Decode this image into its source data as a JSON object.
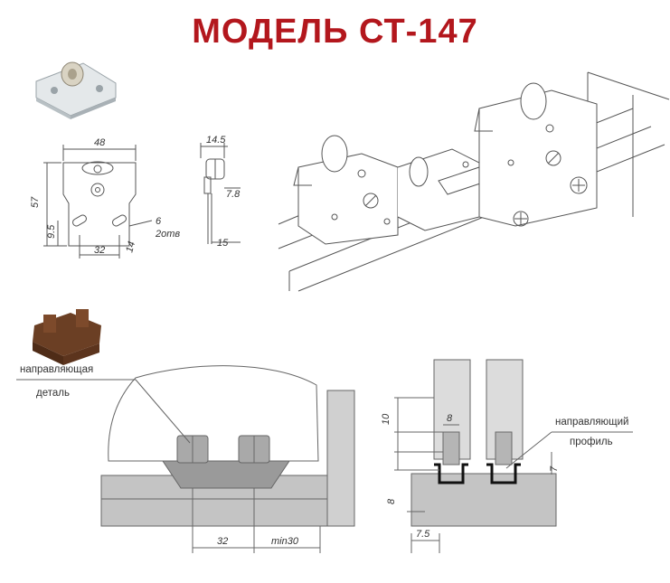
{
  "title": "МОДЕЛЬ СТ-147",
  "dimensions": {
    "width_48": "48",
    "height_57": "57",
    "hole_offset_95": "9.5",
    "hole_spacing_32": "32",
    "slot_14": "14",
    "holes_6": "6",
    "holes_count": "2отв",
    "side_14_5": "14.5",
    "side_7_8": "7.8",
    "side_15": "15"
  },
  "bottom_left": {
    "label_line1": "направляющая",
    "label_line2": "деталь",
    "dim_32": "32",
    "dim_min30": "min30"
  },
  "bottom_right": {
    "label_line1": "направляющий",
    "label_line2": "профиль",
    "dim_10": "10",
    "dim_8_top": "8",
    "dim_7": "7",
    "dim_8_side": "8",
    "dim_7_5": "7.5"
  },
  "colors": {
    "title": "#b3171d",
    "line": "#555555",
    "panel_grey": "#c4c4c4",
    "guide_brown": "#6b3f24"
  }
}
